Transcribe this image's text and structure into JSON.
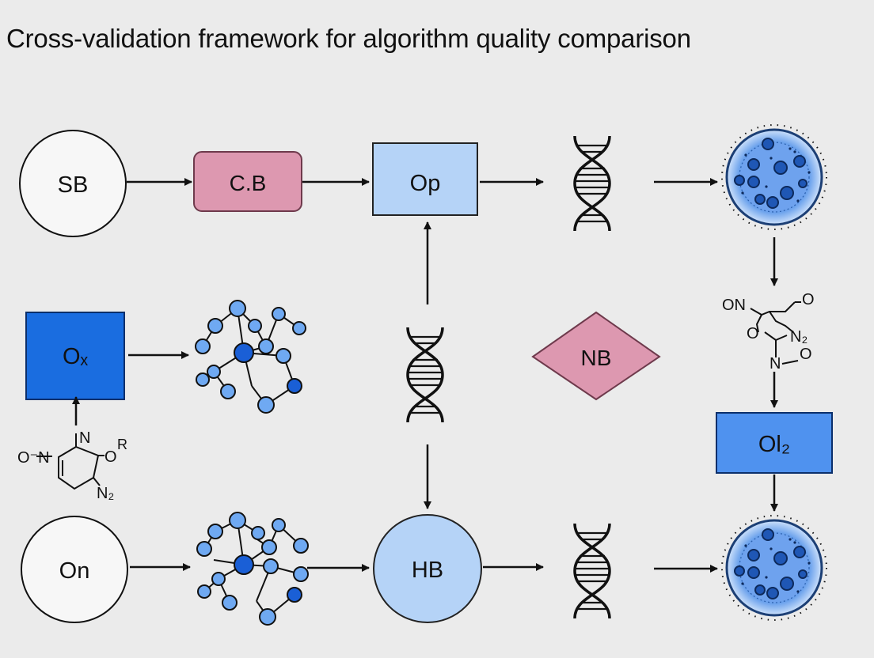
{
  "title": "Cross-validation framework for algorithm quality comparison",
  "nodes": {
    "sb": "SB",
    "cb": "C.B",
    "op": "Op",
    "ox": "Oₓ",
    "nb": "NB",
    "ol2": "Ol₂",
    "on": "On",
    "hb": "HB"
  },
  "molecule_top_right": {
    "on": "ON",
    "o_ring": "O",
    "o_top": "O",
    "n2": "N₂",
    "n": "N",
    "o_chain": "O"
  },
  "molecule_left": {
    "n": "N",
    "o_minus_n": "O⁻N",
    "o": "O",
    "r": "R",
    "n2": "N₂"
  },
  "colors": {
    "pink_fill": "#dd98b0",
    "pink_stroke": "#6e3a4c",
    "light_blue": "#b5d3f7",
    "mid_blue": "#4f92ef",
    "dark_blue": "#1a6de0",
    "node_blue": "#6fa9f2",
    "node_dark": "#0f4fbf"
  }
}
